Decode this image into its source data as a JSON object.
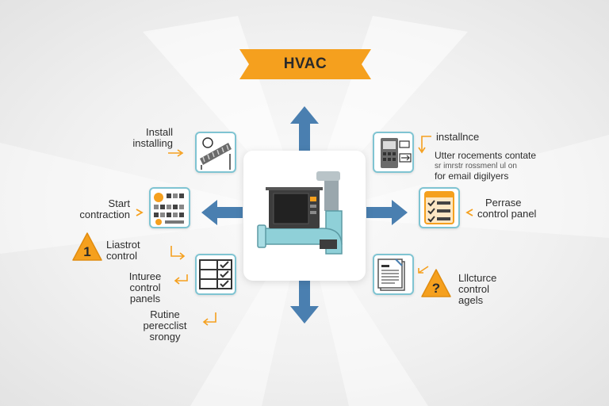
{
  "title": "HVAC",
  "colors": {
    "accent_orange": "#f5a01e",
    "arrow_blue": "#4a7fb0",
    "tile_border": "#7fc4d2",
    "pipe_teal": "#8fd0d8",
    "unit_dark": "#3d3d3d"
  },
  "nodes": {
    "top_left": {
      "line1": "Install",
      "line2": "installing",
      "icon": "duct-coil-icon"
    },
    "mid_left": {
      "line1": "Start",
      "line2": "contraction",
      "icon": "control-grid-icon"
    },
    "warn_left": {
      "badge": "1",
      "line1": "Liastrot",
      "line2": "control",
      "icon": "warning-icon"
    },
    "lower_left": {
      "line1": "Inturee",
      "line2": "control",
      "line3": "panels",
      "icon": "checklist-icon"
    },
    "bottom_left": {
      "line1": "Rutine",
      "line2": "perecclist",
      "line3": "srongy"
    },
    "top_right": {
      "line1": "installnce",
      "line2": "Utter rocements contate",
      "line3": "sr imrstr rossmenl ul on",
      "line4": "for email digilyers",
      "icon": "thermostat-unit-icon"
    },
    "mid_right": {
      "line1": "Perrase",
      "line2": "control panel",
      "icon": "checklist-board-icon"
    },
    "lower_right": {
      "badge": "?",
      "line1": "Lllcturce",
      "line2": "control",
      "line3": "agels",
      "icon": "document-icon"
    }
  }
}
